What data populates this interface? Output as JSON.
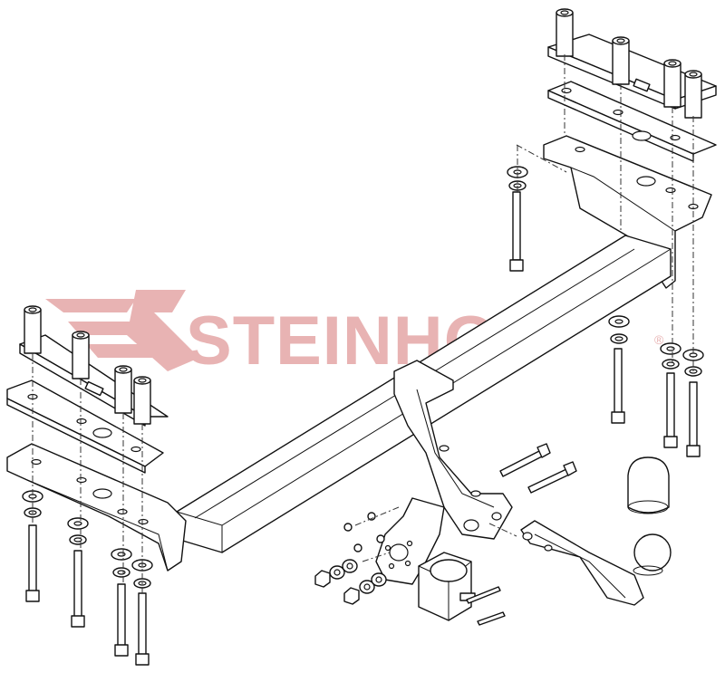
{
  "watermark": {
    "brand": "STEINHOF",
    "registered": "®",
    "color": "#e8b3b3"
  },
  "diagram": {
    "parts": [
      "tow-bar-crossbeam",
      "left-mounting-bracket",
      "right-mounting-bracket",
      "left-spacer-plate",
      "right-spacer-plate",
      "left-spacer-tube-set",
      "right-spacer-tube-set",
      "center-hanger-bracket",
      "tow-ball-neck",
      "tow-ball-cover",
      "socket-mounting-plate",
      "electrical-socket",
      "bolts",
      "washers",
      "nuts"
    ]
  }
}
